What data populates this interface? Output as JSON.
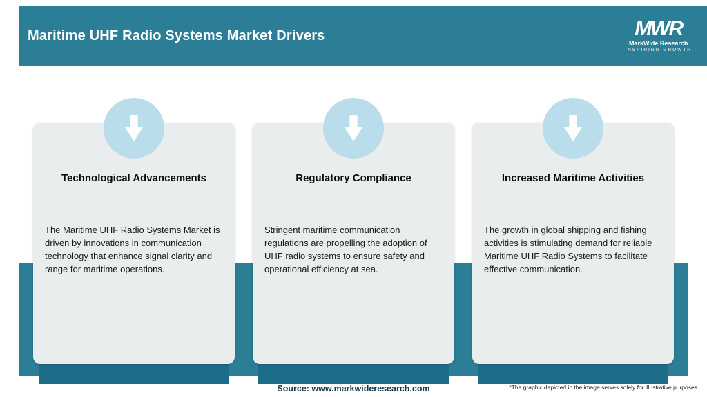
{
  "header": {
    "title": "Maritime UHF Radio Systems Market Drivers",
    "logo": {
      "acronym": "MWR",
      "name": "MarkWide Research",
      "tagline": "INSPIRING GROWTH"
    }
  },
  "cards": [
    {
      "title": "Technological Advancements",
      "body": "The Maritime UHF Radio Systems Market is driven by innovations in communication technology that enhance signal clarity and range for maritime operations."
    },
    {
      "title": "Regulatory Compliance",
      "body": "Stringent maritime communication regulations are propelling the adoption of UHF radio systems to ensure safety and operational efficiency at sea."
    },
    {
      "title": "Increased Maritime Activities",
      "body": "The growth in global shipping and fishing activities is stimulating demand for reliable Maritime UHF Radio Systems to facilitate effective communication."
    }
  ],
  "footer": {
    "source": "Source: www.markwideresearch.com",
    "disclaimer": "*The graphic depicted in the image serves solely for illustrative purposes"
  },
  "colors": {
    "teal": "#2b7e95",
    "teal-dark": "#1d6d89",
    "card-bg": "#e9edee",
    "badge-bg": "#b9ddea",
    "arrow": "#ffffff"
  }
}
